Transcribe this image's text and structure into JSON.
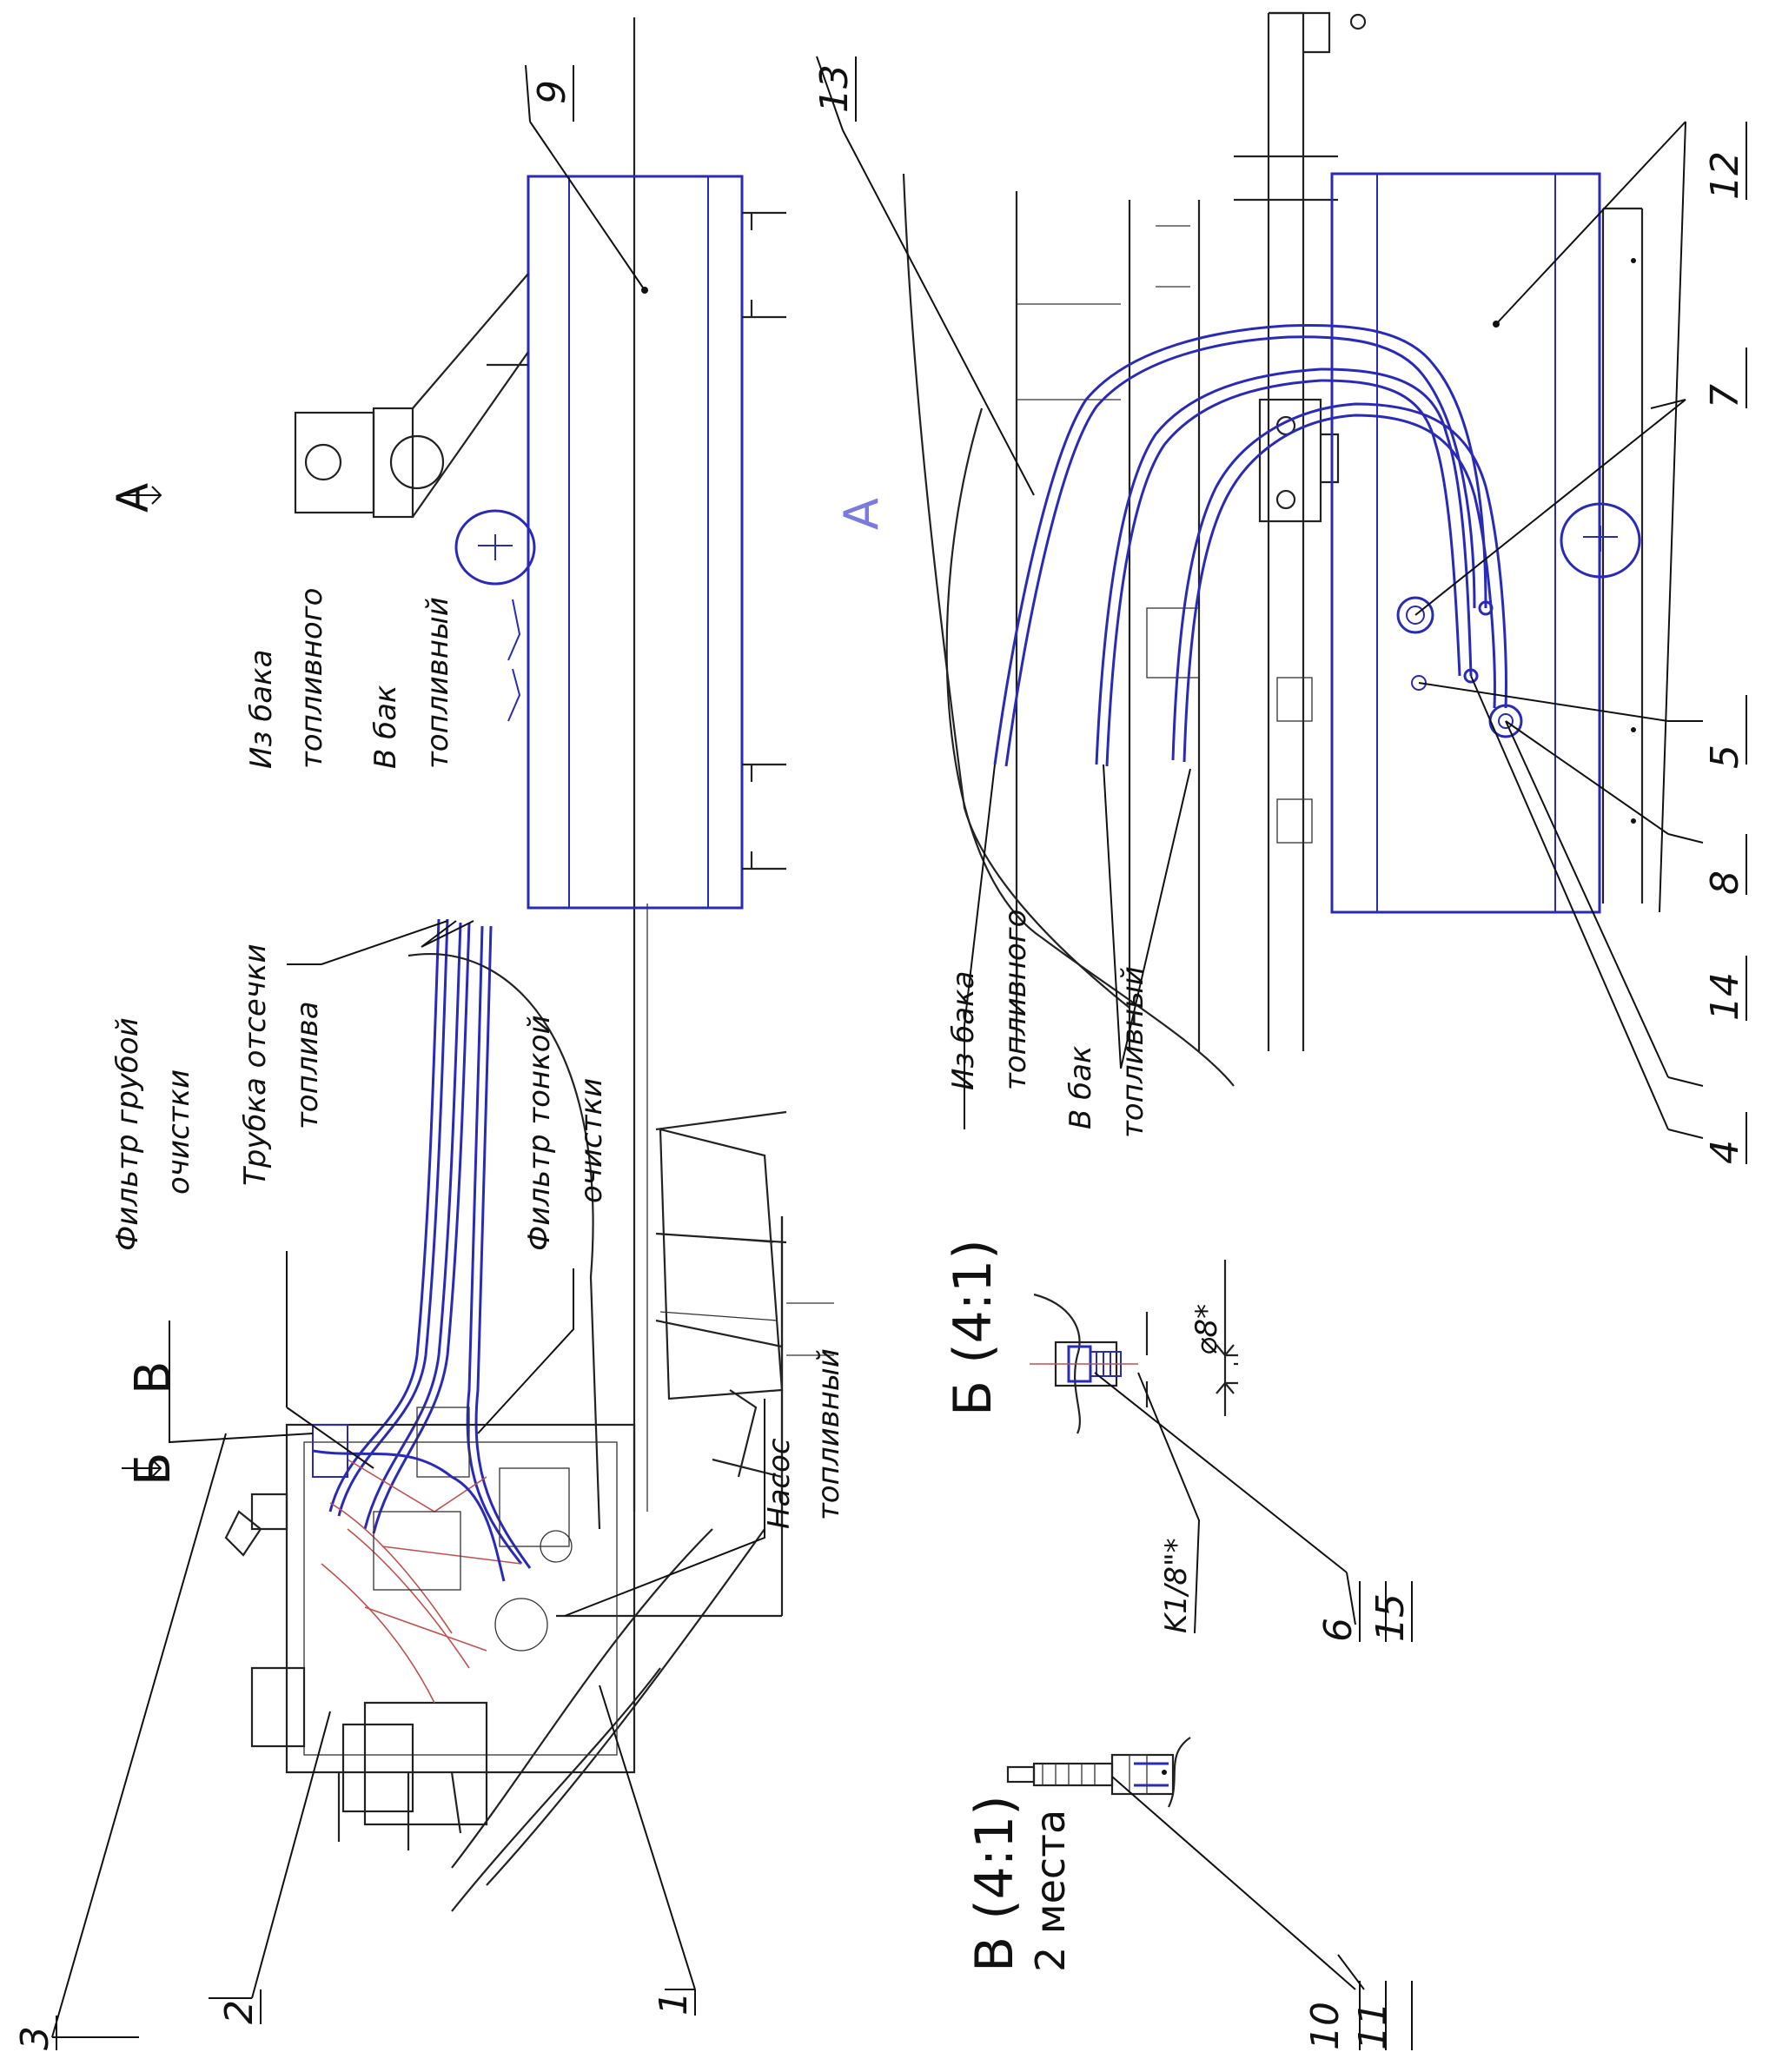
{
  "colors": {
    "line": "#222222",
    "hose": "#2a2ab8",
    "detail": "#c0504d",
    "view_letter": "#7a7adf"
  },
  "view_arrows": {
    "a": "А",
    "b": "Б",
    "v": "В"
  },
  "view_a_letter": "А",
  "views": {
    "b_title": "Б (4:1)",
    "v_title": "В (4:1)",
    "v_subtitle": "2 места",
    "diameter": "⌀8*",
    "thread": "K1/8\"*"
  },
  "labels": {
    "iz_baka_1": "Из бака",
    "iz_baka_2": "топливного",
    "v_bak_1": "В бак",
    "v_bak_2": "топливный",
    "filtr_grub_1": "Фильтр грубой",
    "filtr_grub_2": "очистки",
    "trubka_1": "Трубка отсечки",
    "trubka_2": "топлива",
    "filtr_tonk_1": "Фильтр тонкой",
    "filtr_tonk_2": "очистки",
    "nasos_1": "Насос",
    "nasos_2": "топливный",
    "iz_baka_b1": "Из бака",
    "iz_baka_b2": "топливного",
    "v_bak_b1": "В бак",
    "v_bak_b2": "топливный"
  },
  "positions": {
    "p1": "1",
    "p2": "2",
    "p3": "3",
    "p4": "4",
    "p5": "5",
    "p6": "6",
    "p7": "7",
    "p8": "8",
    "p9": "9",
    "p10": "10",
    "p11": "11",
    "p12": "12",
    "p13": "13",
    "p14": "14",
    "p15": "15"
  }
}
